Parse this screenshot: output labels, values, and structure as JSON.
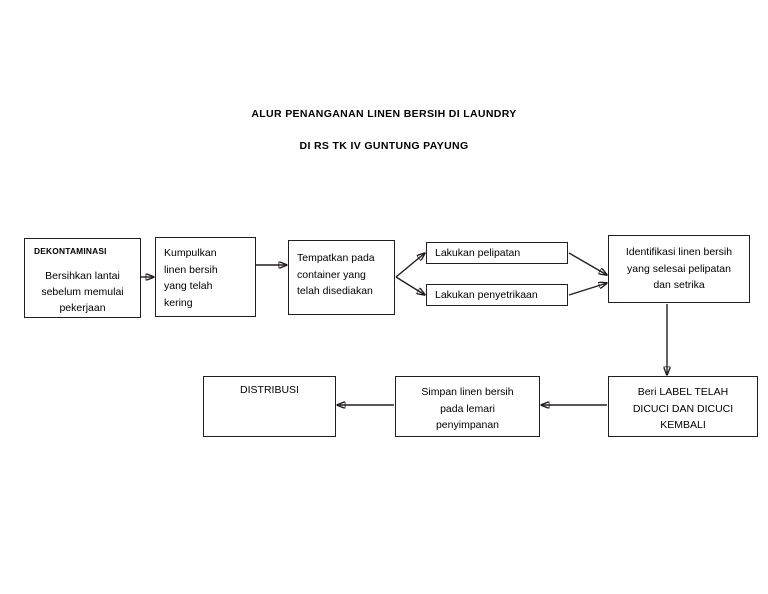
{
  "document": {
    "title_line_1": "ALUR PENANGANAN LINEN BERSIH DI LAUNDRY",
    "title_line_2": "DI RS TK IV GUNTUNG PAYUNG",
    "background_color": "#ffffff",
    "line_color": "#231f20"
  },
  "flowchart": {
    "type": "process-flow-diagram",
    "nodes": [
      {
        "id": "dekontaminasi",
        "header": "DEKONTAMINASI",
        "label": "Bersihkan lantai\nsebelum memulai\npekerjaan",
        "align": "center"
      },
      {
        "id": "kumpulkan",
        "label": "Kumpulkan\nlinen bersih\nyang telah\nkering",
        "align": "left"
      },
      {
        "id": "tempatkan",
        "label": "Tempatkan pada\ncontainer yang\ntelah disediakan",
        "align": "left"
      },
      {
        "id": "pelipatan",
        "label": "Lakukan pelipatan",
        "align": "left"
      },
      {
        "id": "penyetrikaan",
        "label": "Lakukan penyetrikaan",
        "align": "left"
      },
      {
        "id": "identifikasi",
        "label": "Identifikasi  linen bersih\nyang selesai pelipatan\ndan setrika",
        "align": "center"
      },
      {
        "id": "label-telah-dicuci",
        "label": "Beri LABEL TELAH\nDICUCI DAN DICUCI\nKEMBALI",
        "align": "center"
      },
      {
        "id": "simpan",
        "label": "Simpan linen bersih\npada lemari\npenyimpanan",
        "align": "center"
      },
      {
        "id": "distribusi",
        "label": "DISTRIBUSI",
        "align": "center"
      }
    ],
    "edges": [
      {
        "from": "dekontaminasi",
        "to": "kumpulkan",
        "direction": "right"
      },
      {
        "from": "kumpulkan",
        "to": "tempatkan",
        "direction": "right"
      },
      {
        "from": "tempatkan",
        "to": "pelipatan",
        "direction": "up-right"
      },
      {
        "from": "tempatkan",
        "to": "penyetrikaan",
        "direction": "down-right"
      },
      {
        "from": "pelipatan",
        "to": "identifikasi",
        "direction": "down-right"
      },
      {
        "from": "penyetrikaan",
        "to": "identifikasi",
        "direction": "up-right"
      },
      {
        "from": "identifikasi",
        "to": "label-telah-dicuci",
        "direction": "down"
      },
      {
        "from": "label-telah-dicuci",
        "to": "simpan",
        "direction": "left"
      },
      {
        "from": "simpan",
        "to": "distribusi",
        "direction": "left"
      }
    ]
  }
}
